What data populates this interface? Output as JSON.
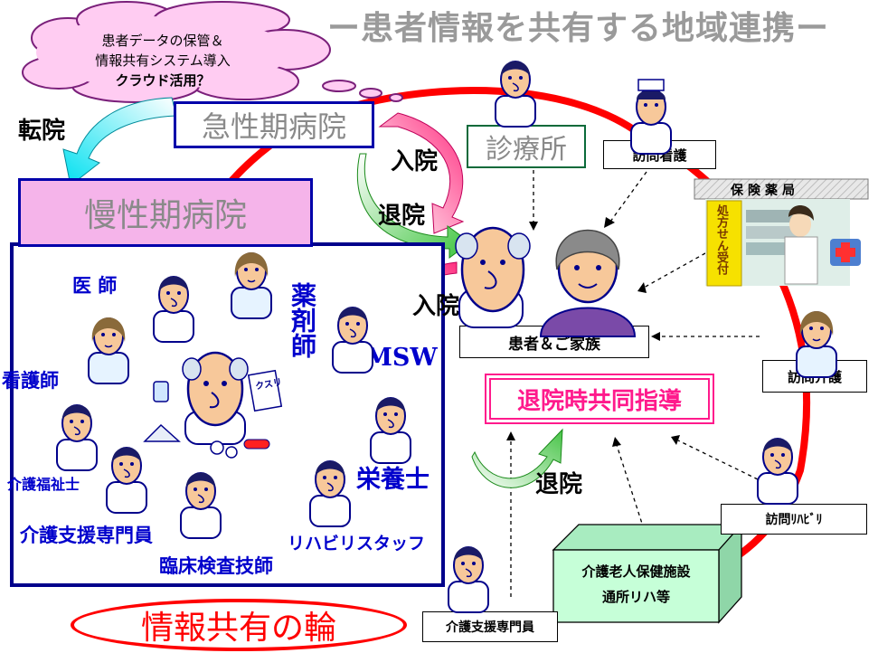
{
  "title": "ー患者情報を共有する地域連携ー",
  "cloud": {
    "line1": "患者データの保管＆",
    "line2": "情報共有システム導入",
    "line3": "クラウド活用？"
  },
  "labels": {
    "transfer": "転院",
    "acute_hospital": "急性期病院",
    "clinic": "診療所",
    "home_nursing": "訪問看護",
    "admission_top": "入院",
    "discharge_top": "退院",
    "admission_mid": "入院",
    "chronic_hospital": "慢性期病院",
    "pharmacy": "保険薬局",
    "pharmacy_sign": "処方せん受付",
    "patient_family": "患者＆ご家族",
    "home_care": "訪問介護",
    "discharge_guidance": "退院時共同指導",
    "discharge_bottom": "退院",
    "home_rehab": "訪問ﾘﾊﾋﾞﾘ",
    "facility_line1": "介護老人保健施設",
    "facility_line2": "通所リハ等",
    "care_manager_bottom": "介護支援専門員",
    "info_ring": "情報共有の輪"
  },
  "staff": {
    "doctor": "医 師",
    "pharmacist": "薬剤師",
    "msw": "MSW",
    "nurse": "看護師",
    "dietitian": "栄養士",
    "care_worker": "介護福祉士",
    "care_manager": "介護支援専門員",
    "rehab_staff": "リハビリスタッフ",
    "lab_technician": "臨床検査技師",
    "medicine_sign": "クスリ"
  },
  "colors": {
    "ring": "#ff0000",
    "navy": "#00008b",
    "title_gray": "#9a9a9a",
    "cloud_fill": "#ffccf2",
    "chronic_fill": "#f5b4ea",
    "facility_fill": "#c6ffd8",
    "guidance_text": "#ff1a8c"
  }
}
